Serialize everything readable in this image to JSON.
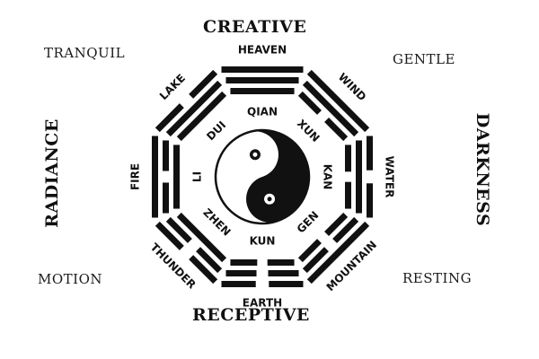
{
  "headings": {
    "top": "CREATIVE",
    "bottom": "RECEPTIVE",
    "left": "RADIANCE",
    "right": "DARKNESS"
  },
  "qualities": {
    "tranquil": "TRANQUIL",
    "gentle": "GENTLE",
    "motion": "MOTION",
    "resting": "RESTING"
  },
  "trigrams": [
    {
      "key": "qian",
      "image": "HEAVEN",
      "name": "QIAN",
      "lines": [
        1,
        1,
        1
      ]
    },
    {
      "key": "xun",
      "image": "WIND",
      "name": "XUN",
      "lines": [
        0,
        1,
        1
      ]
    },
    {
      "key": "kan",
      "image": "WATER",
      "name": "KAN",
      "lines": [
        0,
        1,
        0
      ]
    },
    {
      "key": "gen",
      "image": "MOUNTAIN",
      "name": "GEN",
      "lines": [
        0,
        0,
        1
      ]
    },
    {
      "key": "kun",
      "image": "EARTH",
      "name": "KUN",
      "lines": [
        0,
        0,
        0
      ]
    },
    {
      "key": "zhen",
      "image": "THUNDER",
      "name": "ZHEN",
      "lines": [
        1,
        0,
        0
      ]
    },
    {
      "key": "li",
      "image": "FIRE",
      "name": "LI",
      "lines": [
        1,
        0,
        1
      ]
    },
    {
      "key": "dui",
      "image": "LAKE",
      "name": "DUI",
      "lines": [
        1,
        1,
        0
      ]
    }
  ],
  "colors": {
    "ink": "#111111",
    "paper": "#ffffff"
  }
}
